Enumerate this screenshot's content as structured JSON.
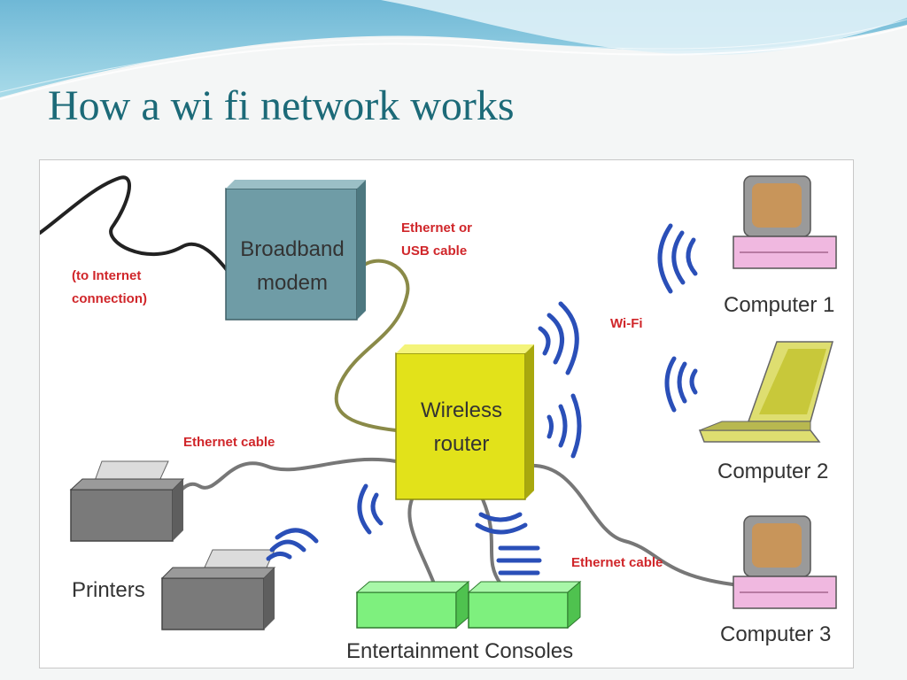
{
  "slide": {
    "title": "How a wi fi network works"
  },
  "diagram": {
    "nodes": {
      "modem": "Broadband modem",
      "router": "Wireless router",
      "computer1": "Computer 1",
      "computer2": "Computer 2",
      "computer3": "Computer 3",
      "printers": "Printers",
      "consoles": "Entertainment Consoles"
    },
    "labels": {
      "internet": "(to Internet connection)",
      "ethernet_usb": "Ethernet or USB cable",
      "wifi": "Wi-Fi",
      "ethernet_cable_left": "Ethernet cable",
      "ethernet_cable_right": "Ethernet cable"
    },
    "colors": {
      "title": "#1c6a78",
      "label_red": "#d0262a",
      "modem_fill": "#6f9ca6",
      "router_fill": "#e2e21a",
      "console_fill": "#7ef07e",
      "printer_fill": "#7a7a7a",
      "laptop_fill": "#dede70",
      "computer_base": "#f0b8e0",
      "monitor_screen": "#c8955a",
      "signal_blue": "#2a4fb8",
      "cable": "#8a8a48"
    }
  }
}
